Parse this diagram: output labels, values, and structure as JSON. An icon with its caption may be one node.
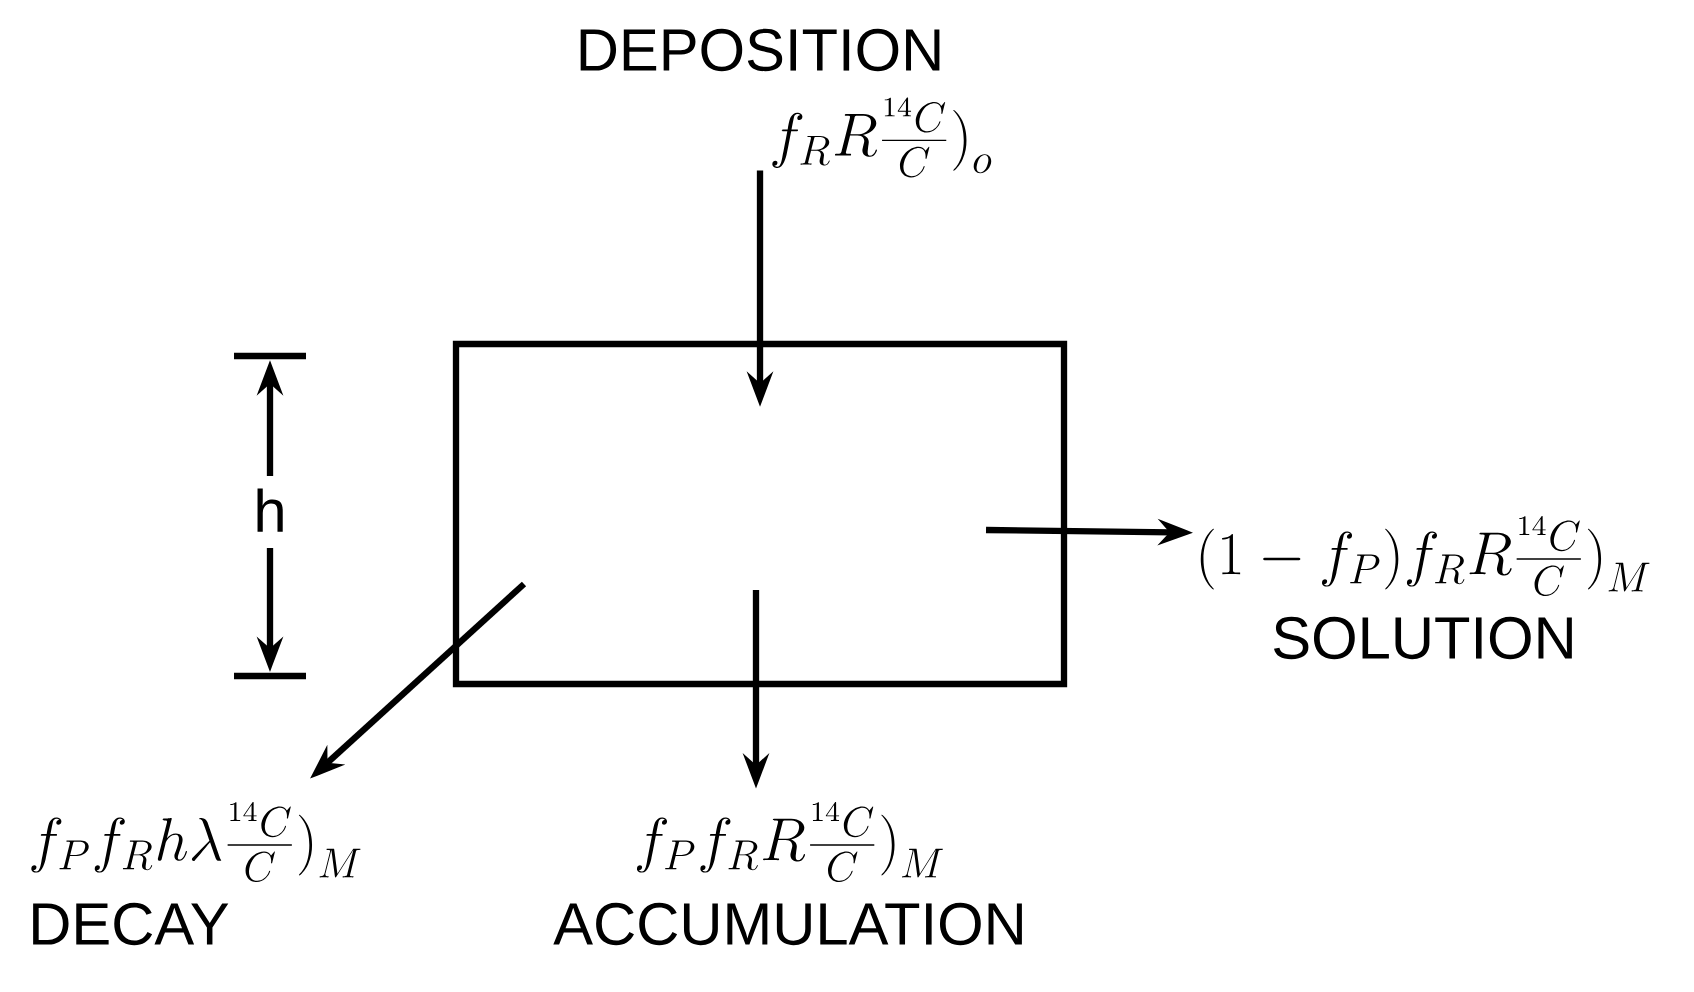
{
  "diagram": {
    "nodes": [
      {
        "text": [],
        "shape": "box"
      },
      {
        "text": [
          "DEPOSITION"
        ]
      },
      {
        "text": [
          "(1-f_P)f_R R\\frac{{}^{14}C}{C}\\Big)_M",
          "SOLUTION"
        ]
      },
      {
        "text": [
          "f_P f_R h\\lambda\\frac{{}^{14}C}{C}\\Big)_M",
          "DECAY"
        ]
      },
      {
        "text": [
          "f_P f_R R\\frac{{}^{14}C}{C}\\Big)_M",
          "ACCUMULATION"
        ]
      }
    ],
    "edges": [
      {
        "from": 1,
        "to": 0,
        "arrow": "to",
        "label": "f_R R\\frac{{}^{14}C}{C}\\Big)_o"
      },
      {
        "from": 0,
        "to": 2,
        "arrow": "to"
      },
      {
        "from": 0,
        "to": 3,
        "arrow": "to"
      },
      {
        "from": 0,
        "to": 4,
        "arrow": "to"
      }
    ],
    "labels": [
      "h"
    ]
  }
}
